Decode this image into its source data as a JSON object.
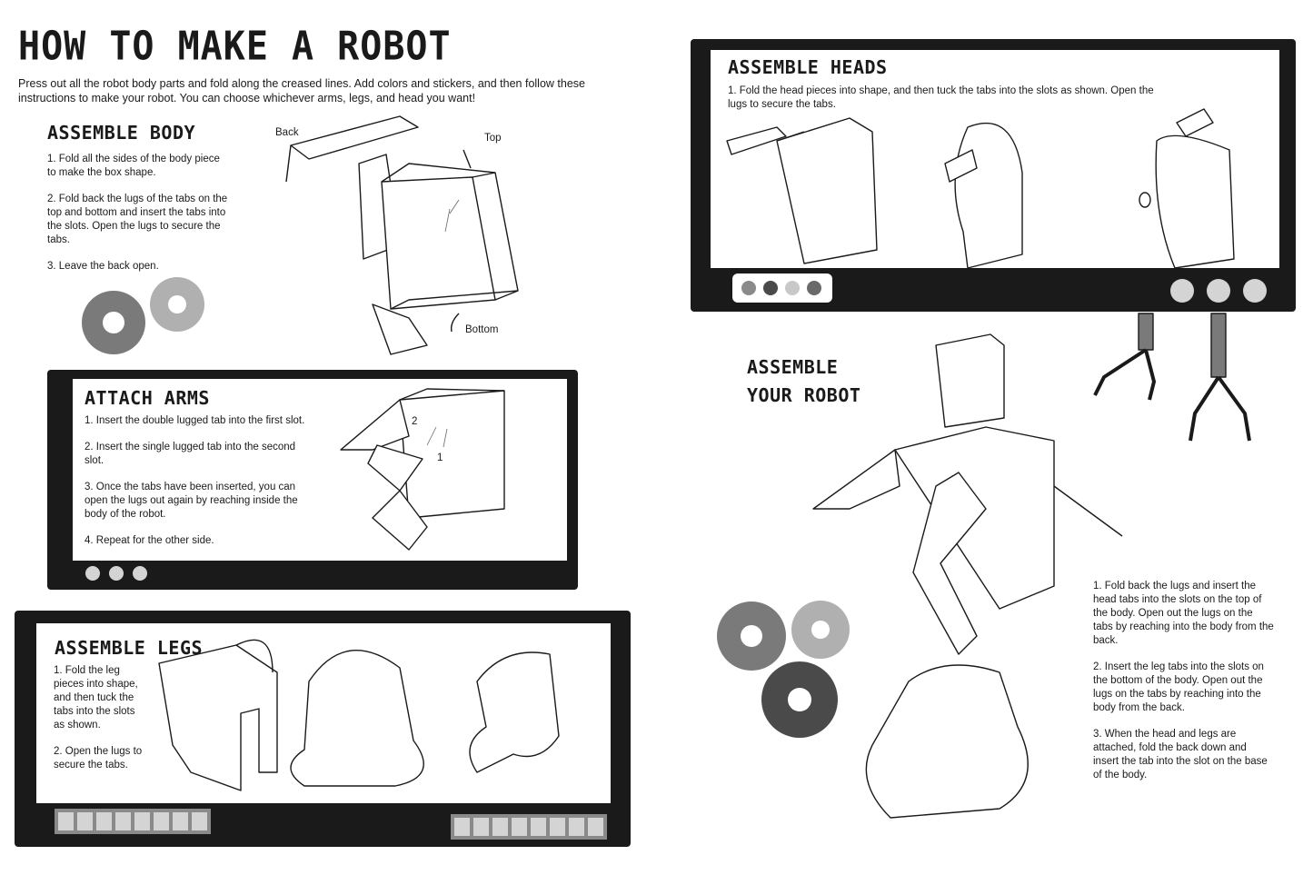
{
  "page": {
    "title": "HOW TO MAKE A ROBOT",
    "intro": "Press out all the robot body parts and fold along the creased lines. Add colors and stickers, and then follow these instructions to make your robot. You can choose whichever arms, legs, and head you want!"
  },
  "body": {
    "heading": "ASSEMBLE BODY",
    "steps": [
      "1. Fold all the sides of the body piece to make the box shape.",
      "2. Fold back the lugs of the tabs on the top and bottom and insert the tabs into the slots. Open the lugs to secure the tabs.",
      "3. Leave the back open."
    ],
    "labels": {
      "back": "Back",
      "top": "Top",
      "bottom": "Bottom"
    }
  },
  "arms": {
    "heading": "ATTACH ARMS",
    "steps": [
      "1. Insert the double lugged tab into the first slot.",
      "2. Insert the single lugged tab into the second slot.",
      "3. Once the tabs have been inserted, you can open the lugs out again by reaching inside the body of the robot.",
      "4. Repeat for the other side."
    ],
    "labels": {
      "slot1": "1",
      "slot2": "2"
    }
  },
  "legs": {
    "heading": "ASSEMBLE LEGS",
    "steps": [
      "1. Fold the leg pieces into shape, and then tuck the tabs into the slots as shown.",
      "2. Open the lugs to secure the tabs."
    ]
  },
  "heads": {
    "heading": "ASSEMBLE HEADS",
    "steps": [
      "1. Fold the head pieces into shape, and then tuck the tabs into the slots as shown. Open the lugs to secure the tabs."
    ]
  },
  "robot": {
    "heading_line1": "ASSEMBLE",
    "heading_line2": "YOUR ROBOT",
    "steps": [
      "1. Fold back the lugs and insert the head tabs into the slots on the top of the body. Open out the lugs on the tabs by reaching into the body from the back.",
      "2. Insert the leg tabs into the slots on the bottom of the body. Open out the lugs on the tabs by reaching into the body from the back.",
      "3. When the head and legs are attached, fold the back down and insert the tab into the slot on the base of the body."
    ]
  },
  "colors": {
    "ink": "#1a1a1a",
    "gear_dark": "#4a4a4a",
    "gear_mid": "#7a7a7a",
    "gear_light": "#b0b0b0",
    "screen_button": "#d4d4d4",
    "palette": [
      "#8a8a8a",
      "#4a4a4a",
      "#c8c8c8",
      "#6a6a6a"
    ]
  }
}
